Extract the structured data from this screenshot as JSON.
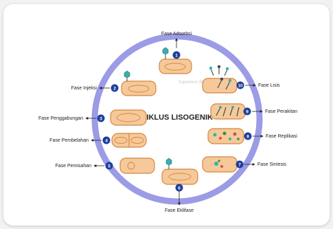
{
  "title": "SIKLUS LISOGENIK",
  "watermark": "Supervisor Blog IIIFA",
  "colors": {
    "ring": "#9b9be6",
    "cell_fill": "#f5c99a",
    "cell_stroke": "#d8843e",
    "badge": "#1d3f9c",
    "arrow": "#222222",
    "phage": "#2fb3b3"
  },
  "phases": [
    {
      "num": "1",
      "label": "Fase Adsorbsi"
    },
    {
      "num": "2",
      "label": "Fase Injeksi"
    },
    {
      "num": "3",
      "label": "Fase Penggabungan"
    },
    {
      "num": "4",
      "label": "Fase Pembelahan"
    },
    {
      "num": "5",
      "label": "Fase Pemisahan"
    },
    {
      "num": "6",
      "label": "Fase Eklifase"
    },
    {
      "num": "7",
      "label": "Fase Sintesis"
    },
    {
      "num": "8",
      "label": "Fase Replikasi"
    },
    {
      "num": "9",
      "label": "Fase Perakitan"
    },
    {
      "num": "10",
      "label": "Fase Lisis"
    }
  ]
}
